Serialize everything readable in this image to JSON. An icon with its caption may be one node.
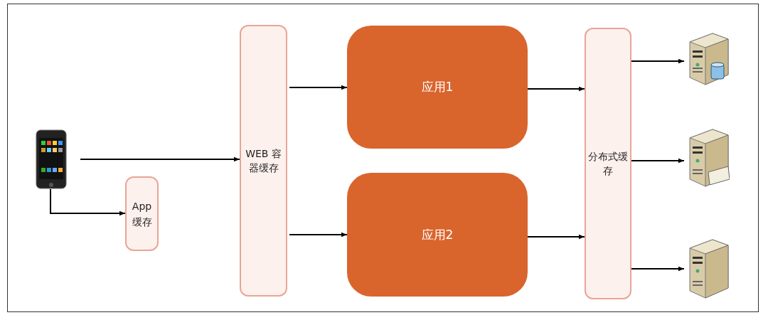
{
  "diagram": {
    "nodes": [
      {
        "text": [],
        "shape": "picture"
      },
      {
        "text": [
          "App 缓存"
        ]
      },
      {
        "text": [
          "WEB 容器缓存"
        ]
      },
      {
        "text": [
          "应用1"
        ]
      },
      {
        "text": [
          "应用2"
        ]
      },
      {
        "text": [
          "分布式缓存"
        ]
      },
      {
        "text": [],
        "shape": "picture"
      },
      {
        "text": [],
        "shape": "picture"
      },
      {
        "text": [],
        "shape": "picture"
      }
    ],
    "edges": [
      {
        "from": 0,
        "to": 2,
        "arrow": "to"
      },
      {
        "from": 0,
        "to": 1,
        "arrow": "to"
      },
      {
        "from": 2,
        "to": 3,
        "arrow": "to"
      },
      {
        "from": 2,
        "to": 4,
        "arrow": "to"
      },
      {
        "from": 3,
        "to": 5,
        "arrow": "to"
      },
      {
        "from": 4,
        "to": 5,
        "arrow": "to"
      },
      {
        "from": 5,
        "to": 6,
        "arrow": "to"
      },
      {
        "from": 5,
        "to": 7,
        "arrow": "to"
      },
      {
        "from": 5,
        "to": 8,
        "arrow": "to"
      }
    ]
  }
}
